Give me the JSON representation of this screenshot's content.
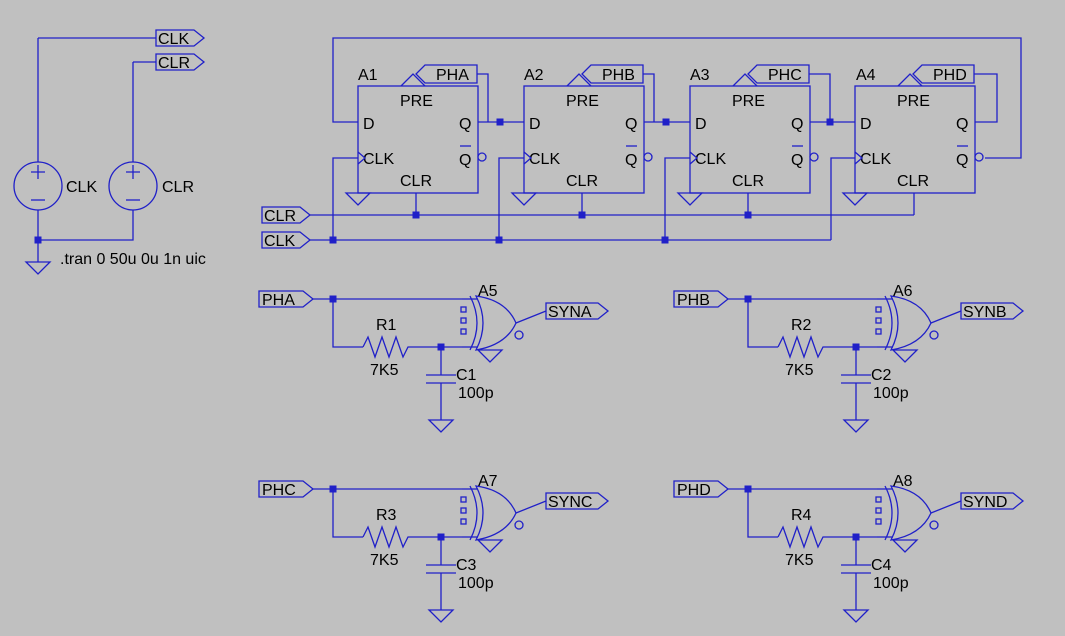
{
  "colors": {
    "background": "#c0c0c0",
    "wire": "#2020c8",
    "text": "#000000"
  },
  "sources": [
    {
      "name": "CLK",
      "net": "CLK"
    },
    {
      "name": "CLR",
      "net": "CLR"
    }
  ],
  "directive": ".tran 0 50u 0u 1n uic",
  "bus_labels": {
    "clr": "CLR",
    "clk": "CLK"
  },
  "flipflops": [
    {
      "name": "A1",
      "pre_net": "PHA"
    },
    {
      "name": "A2",
      "pre_net": "PHB"
    },
    {
      "name": "A3",
      "pre_net": "PHC"
    },
    {
      "name": "A4",
      "pre_net": "PHD"
    }
  ],
  "ff_pins": {
    "pre": "PRE",
    "d": "D",
    "q": "Q",
    "qbar": "Q",
    "clk": "CLK",
    "clr": "CLR"
  },
  "sync_blocks": [
    {
      "in": "PHA",
      "gate": "A5",
      "r": "R1",
      "r_val": "7K5",
      "c": "C1",
      "c_val": "100p",
      "out": "SYNA"
    },
    {
      "in": "PHB",
      "gate": "A6",
      "r": "R2",
      "r_val": "7K5",
      "c": "C2",
      "c_val": "100p",
      "out": "SYNB"
    },
    {
      "in": "PHC",
      "gate": "A7",
      "r": "R3",
      "r_val": "7K5",
      "c": "C3",
      "c_val": "100p",
      "out": "SYNC"
    },
    {
      "in": "PHD",
      "gate": "A8",
      "r": "R4",
      "r_val": "7K5",
      "c": "C4",
      "c_val": "100p",
      "out": "SYND"
    }
  ]
}
